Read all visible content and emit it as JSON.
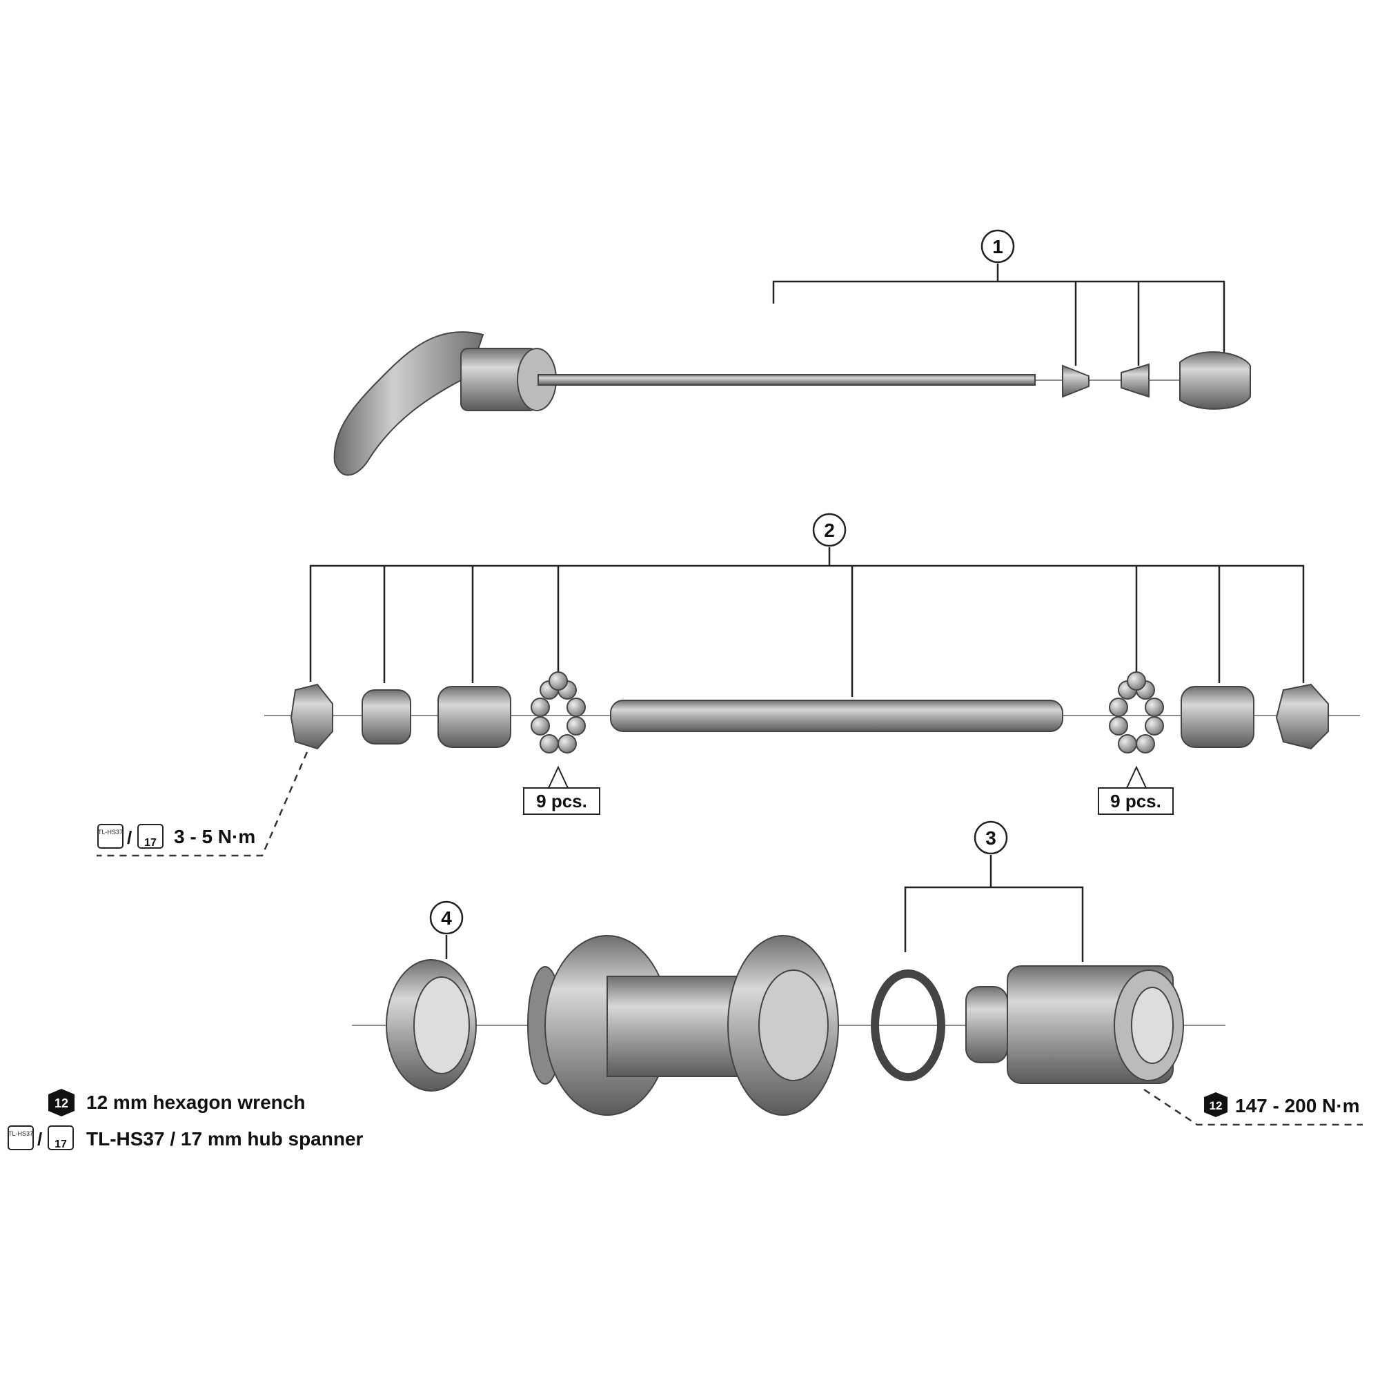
{
  "callouts": {
    "c1": "1",
    "c2": "2",
    "c3": "3",
    "c4": "4"
  },
  "quantities": {
    "left_balls": "9 pcs.",
    "right_balls": "9 pcs."
  },
  "torque": {
    "locknut": "3 - 5 N·m",
    "freehub": "147 - 200 N·m"
  },
  "tool_icons": {
    "hex_size": "12",
    "spanner_size": "17",
    "tl_tool": "TL-HS37"
  },
  "legend": {
    "hex_wrench": "12 mm hexagon wrench",
    "hub_spanner": "TL-HS37 / 17 mm hub spanner"
  }
}
